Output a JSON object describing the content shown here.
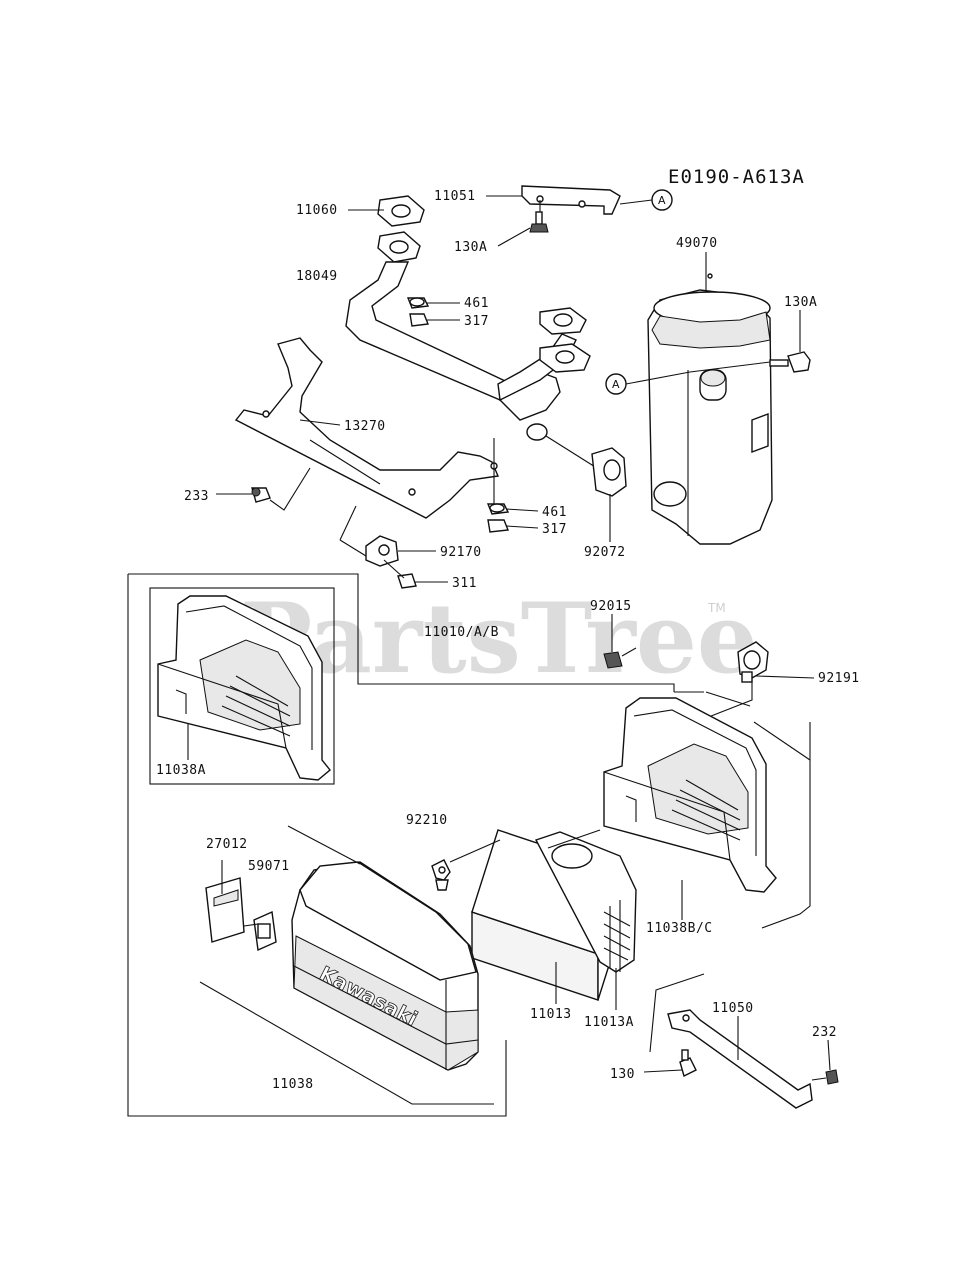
{
  "diagram_code": "E0190-A613A",
  "watermark": {
    "text": "PartsTree",
    "tm": "TM"
  },
  "brand_text": "Kawasaki",
  "callout_letter": "A",
  "labels": {
    "p11060": "11060",
    "p11051": "11051",
    "p130A_top": "130A",
    "p18049": "18049",
    "p461_top": "461",
    "p317_top": "317",
    "p49070": "49070",
    "p130A_right": "130A",
    "p13270": "13270",
    "p233": "233",
    "p461_bot": "461",
    "p317_bot": "317",
    "p92072": "92072",
    "p92170": "92170",
    "p311": "311",
    "p92015": "92015",
    "p11010": "11010/A/B",
    "p92191": "92191",
    "p11038A": "11038A",
    "p92210": "92210",
    "p27012": "27012",
    "p59071": "59071",
    "p11038BC": "11038B/C",
    "p11013": "11013",
    "p11013A": "11013A",
    "p11050": "11050",
    "p232": "232",
    "p130": "130",
    "p11038": "11038"
  }
}
